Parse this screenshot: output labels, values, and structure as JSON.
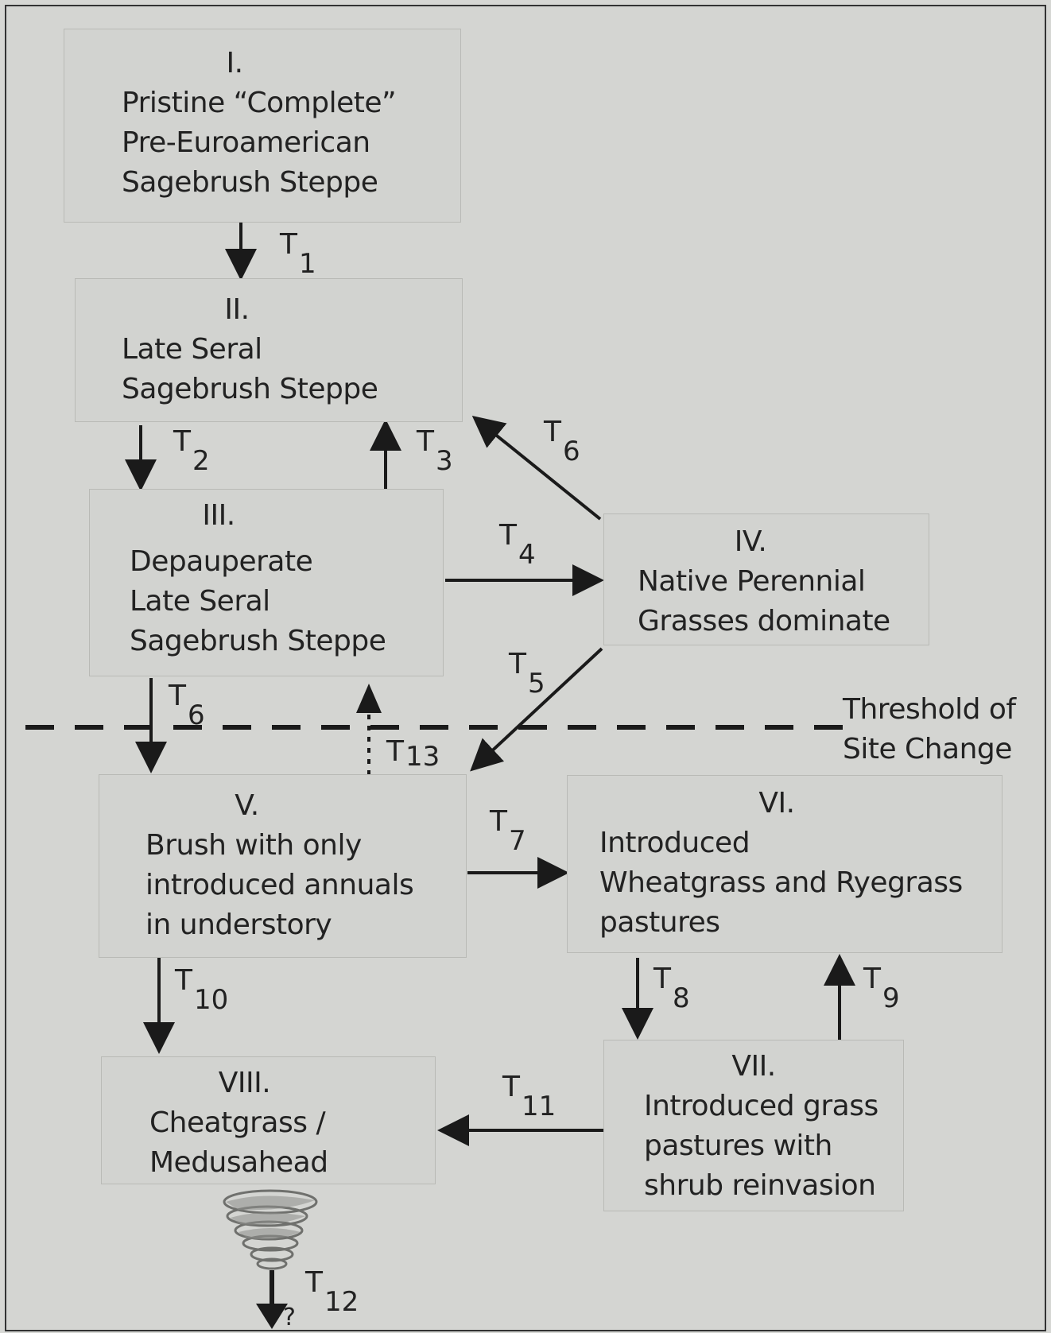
{
  "states": {
    "s1": {
      "roman": "I.",
      "lines": [
        "Pristine “Complete”",
        "Pre-Euroamerican",
        "Sagebrush Steppe"
      ]
    },
    "s2": {
      "roman": "II.",
      "lines": [
        "Late Seral",
        "Sagebrush Steppe"
      ]
    },
    "s3": {
      "roman": "III.",
      "lines": [
        "Depauperate",
        "Late Seral",
        "Sagebrush Steppe"
      ]
    },
    "s4": {
      "roman": "IV.",
      "lines": [
        "Native Perennial",
        "Grasses dominate"
      ]
    },
    "s5": {
      "roman": "V.",
      "lines": [
        "Brush with only",
        "introduced annuals",
        "in understory"
      ]
    },
    "s6": {
      "roman": "VI.",
      "lines": [
        "Introduced",
        "Wheatgrass and Ryegrass",
        "pastures"
      ]
    },
    "s7": {
      "roman": "VII.",
      "lines": [
        "Introduced grass",
        "pastures with",
        "shrub reinvasion"
      ]
    },
    "s8": {
      "roman": "VIII.",
      "lines": [
        "Cheatgrass /",
        "Medusahead"
      ]
    }
  },
  "transitions": {
    "t1": {
      "letter": "T",
      "num": "1"
    },
    "t2": {
      "letter": "T",
      "num": "2"
    },
    "t3": {
      "letter": "T",
      "num": "3"
    },
    "t4": {
      "letter": "T",
      "num": "4"
    },
    "t5": {
      "letter": "T",
      "num": "5"
    },
    "t6a": {
      "letter": "T",
      "num": "6"
    },
    "t6b": {
      "letter": "T",
      "num": "6"
    },
    "t7": {
      "letter": "T",
      "num": "7"
    },
    "t8": {
      "letter": "T",
      "num": "8"
    },
    "t9": {
      "letter": "T",
      "num": "9"
    },
    "t10": {
      "letter": "T",
      "num": "10"
    },
    "t11": {
      "letter": "T",
      "num": "11"
    },
    "t12": {
      "letter": "T",
      "num": "12"
    },
    "t13": {
      "letter": "T",
      "num": "13"
    }
  },
  "threshold": {
    "line1": "Threshold of",
    "line2": "Site Change"
  },
  "unknown_mark": "?"
}
